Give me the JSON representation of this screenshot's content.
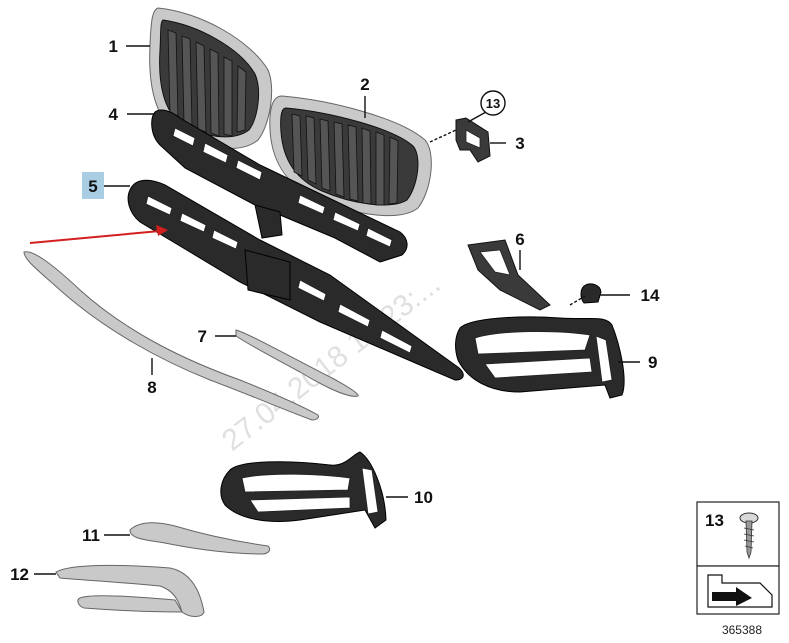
{
  "callouts": {
    "c1": "1",
    "c2": "2",
    "c3": "3",
    "c4": "4",
    "c5": "5",
    "c6": "6",
    "c7": "7",
    "c8": "8",
    "c9": "9",
    "c10": "10",
    "c11": "11",
    "c12": "12",
    "c13": "13",
    "c14": "14"
  },
  "legend": {
    "part_number": "13",
    "diagram_number": "365388"
  },
  "watermark": "27.04.2018 14:23:...",
  "colors": {
    "highlight": "#a9cde3",
    "arrow": "#d41f1f",
    "part_dark": "#3a3a3a",
    "part_silver": "#c9c9c9"
  }
}
